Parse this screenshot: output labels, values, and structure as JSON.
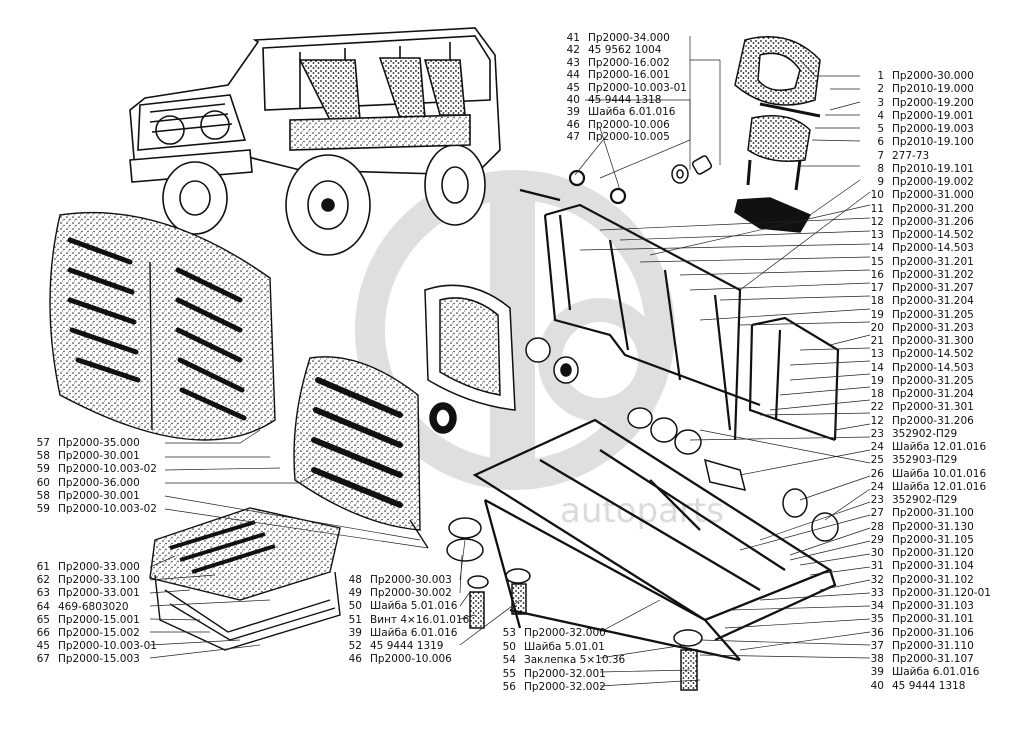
{
  "watermark": "autoparts",
  "right_callouts": [
    {
      "num": "1",
      "code": "Пр2000-30.000"
    },
    {
      "num": "2",
      "code": "Пр2010-19.000"
    },
    {
      "num": "3",
      "code": "Пр2000-19.200"
    },
    {
      "num": "4",
      "code": "Пр2000-19.001"
    },
    {
      "num": "5",
      "code": "Пр2000-19.003"
    },
    {
      "num": "6",
      "code": "Пр2010-19.100"
    },
    {
      "num": "7",
      "code": "277-73"
    },
    {
      "num": "8",
      "code": "Пр2010-19.101"
    },
    {
      "num": "9",
      "code": "Пр2000-19.002"
    },
    {
      "num": "10",
      "code": "Пр2000-31.000"
    },
    {
      "num": "11",
      "code": "Пр2000-31.200"
    },
    {
      "num": "12",
      "code": "Пр2000-31.206"
    },
    {
      "num": "13",
      "code": "Пр2000-14.502"
    },
    {
      "num": "14",
      "code": "Пр2000-14.503"
    },
    {
      "num": "15",
      "code": "Пр2000-31.201"
    },
    {
      "num": "16",
      "code": "Пр2000-31.202"
    },
    {
      "num": "17",
      "code": "Пр2000-31.207"
    },
    {
      "num": "18",
      "code": "Пр2000-31.204"
    },
    {
      "num": "19",
      "code": "Пр2000-31.205"
    },
    {
      "num": "20",
      "code": "Пр2000-31.203"
    },
    {
      "num": "21",
      "code": "Пр2000-31.300"
    },
    {
      "num": "13",
      "code": "Пр2000-14.502"
    },
    {
      "num": "14",
      "code": "Пр2000-14.503"
    },
    {
      "num": "19",
      "code": "Пр2000-31.205"
    },
    {
      "num": "18",
      "code": "Пр2000-31.204"
    },
    {
      "num": "22",
      "code": "Пр2000-31.301"
    },
    {
      "num": "12",
      "code": "Пр2000-31.206"
    },
    {
      "num": "23",
      "code": "352902-П29"
    },
    {
      "num": "24",
      "code": "Шайба 12.01.016"
    },
    {
      "num": "25",
      "code": "352903-П29"
    },
    {
      "num": "26",
      "code": "Шайба 10.01.016"
    },
    {
      "num": "24",
      "code": "Шайба 12.01.016"
    },
    {
      "num": "23",
      "code": "352902-П29"
    },
    {
      "num": "27",
      "code": "Пр2000-31.100"
    },
    {
      "num": "28",
      "code": "Пр2000-31.130"
    },
    {
      "num": "29",
      "code": "Пр2000-31.105"
    },
    {
      "num": "30",
      "code": "Пр2000-31.120"
    },
    {
      "num": "31",
      "code": "Пр2000-31.104"
    },
    {
      "num": "32",
      "code": "Пр2000-31.102"
    },
    {
      "num": "33",
      "code": "Пр2000-31.120-01"
    },
    {
      "num": "34",
      "code": "Пр2000-31.103"
    },
    {
      "num": "35",
      "code": "Пр2000-31.101"
    },
    {
      "num": "36",
      "code": "Пр2000-31.106"
    },
    {
      "num": "37",
      "code": "Пр2000-31.110"
    },
    {
      "num": "38",
      "code": "Пр2000-31.107"
    },
    {
      "num": "39",
      "code": "Шайба 6.01.016"
    },
    {
      "num": "40",
      "code": "45 9444 1318"
    }
  ],
  "top_callouts": [
    {
      "num": "41",
      "code": "Пр2000-34.000"
    },
    {
      "num": "42",
      "code": "45 9562 1004"
    },
    {
      "num": "43",
      "code": "Пр2000-16.002"
    },
    {
      "num": "44",
      "code": "Пр2000-16.001"
    },
    {
      "num": "45",
      "code": "Пр2000-10.003-01"
    },
    {
      "num": "40",
      "code": "45 9444 1318"
    },
    {
      "num": "39",
      "code": "Шайба 6.01.016"
    },
    {
      "num": "46",
      "code": "Пр2000-10.006"
    },
    {
      "num": "47",
      "code": "Пр2000-10.005"
    }
  ],
  "left_mid_callouts": [
    {
      "num": "57",
      "code": "Пр2000-35.000"
    },
    {
      "num": "58",
      "code": "Пр2000-30.001"
    },
    {
      "num": "59",
      "code": "Пр2000-10.003-02"
    },
    {
      "num": "60",
      "code": "Пр2000-36.000"
    },
    {
      "num": "58",
      "code": "Пр2000-30.001"
    },
    {
      "num": "59",
      "code": "Пр2000-10.003-02"
    }
  ],
  "left_bottom_callouts": [
    {
      "num": "61",
      "code": "Пр2000-33.000"
    },
    {
      "num": "62",
      "code": "Пр2000-33.100"
    },
    {
      "num": "63",
      "code": "Пр2000-33.001"
    },
    {
      "num": "64",
      "code": "469-6803020"
    },
    {
      "num": "65",
      "code": "Пр2000-15.001"
    },
    {
      "num": "66",
      "code": "Пр2000-15.002"
    },
    {
      "num": "45",
      "code": "Пр2000-10.003-01"
    },
    {
      "num": "67",
      "code": "Пр2000-15.003"
    }
  ],
  "center_bottom_callouts": [
    {
      "num": "48",
      "code": "Пр2000-30.003"
    },
    {
      "num": "49",
      "code": "Пр2000-30.002"
    },
    {
      "num": "50",
      "code": "Шайба 5.01.016"
    },
    {
      "num": "51",
      "code": "Винт 4×16.01.016"
    },
    {
      "num": "39",
      "code": "Шайба 6.01.016"
    },
    {
      "num": "52",
      "code": "45 9444 1319"
    },
    {
      "num": "46",
      "code": "Пр2000-10.006"
    }
  ],
  "bottom_callouts": [
    {
      "num": "53",
      "code": "Пр2000-32.000"
    },
    {
      "num": "50",
      "code": "Шайба 5.01.01"
    },
    {
      "num": "54",
      "code": "Заклепка 5×10.36"
    },
    {
      "num": "55",
      "code": "Пр2000-32.001"
    },
    {
      "num": "56",
      "code": "Пр2000-32.002"
    }
  ]
}
